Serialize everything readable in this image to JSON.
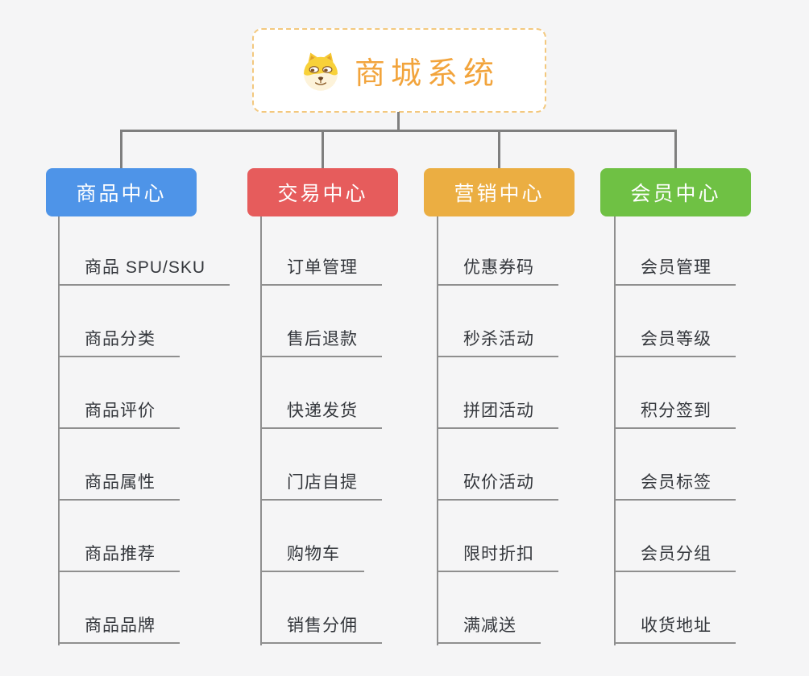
{
  "root": {
    "title": "商城系统",
    "icon": "shiba-dog-icon",
    "title_color": "#f2a43c",
    "border_color": "#f3c87e"
  },
  "connector_color": "#7f7f7f",
  "branches": [
    {
      "id": "product-center",
      "label": "商品中心",
      "color": "#4e94e8",
      "children": [
        "商品 SPU/SKU",
        "商品分类",
        "商品评价",
        "商品属性",
        "商品推荐",
        "商品品牌"
      ]
    },
    {
      "id": "trade-center",
      "label": "交易中心",
      "color": "#e65c5c",
      "children": [
        "订单管理",
        "售后退款",
        "快递发货",
        "门店自提",
        "购物车",
        "销售分佣"
      ]
    },
    {
      "id": "marketing-center",
      "label": "营销中心",
      "color": "#ebae42",
      "children": [
        "优惠券码",
        "秒杀活动",
        "拼团活动",
        "砍价活动",
        "限时折扣",
        "满减送"
      ]
    },
    {
      "id": "member-center",
      "label": "会员中心",
      "color": "#6fc144",
      "children": [
        "会员管理",
        "会员等级",
        "积分签到",
        "会员标签",
        "会员分组",
        "收货地址"
      ]
    }
  ]
}
